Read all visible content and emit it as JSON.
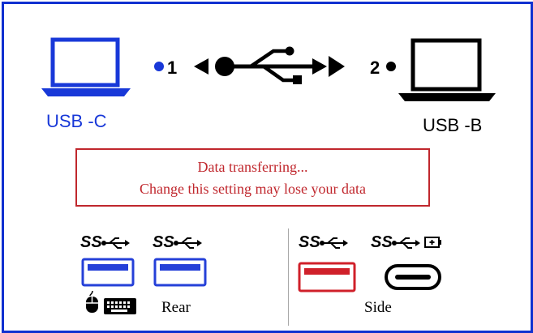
{
  "connection": {
    "left_label": "USB -C",
    "right_label": "USB -B",
    "left_number": "1",
    "right_number": "2",
    "left_icon": "laptop-icon",
    "right_icon": "laptop-icon",
    "link_icon": "usb-symbol-icon",
    "active_color": "#1838d8"
  },
  "warning": {
    "line1": "Data transferring...",
    "line2": "Change this setting may lose your data",
    "color": "#c0272d"
  },
  "ports": {
    "rear_label": "Rear",
    "side_label": "Side",
    "ss_text": "SS",
    "rear_ports": [
      {
        "type": "usb-a",
        "color": "#2540d8"
      },
      {
        "type": "usb-a",
        "color": "#2540d8"
      }
    ],
    "side_ports": [
      {
        "type": "usb-a",
        "color": "#d0202a"
      },
      {
        "type": "usb-c",
        "color": "#000000"
      }
    ],
    "peripheral_icons": [
      "mouse-icon",
      "keyboard-icon"
    ],
    "charging_icon": "battery-icon"
  }
}
